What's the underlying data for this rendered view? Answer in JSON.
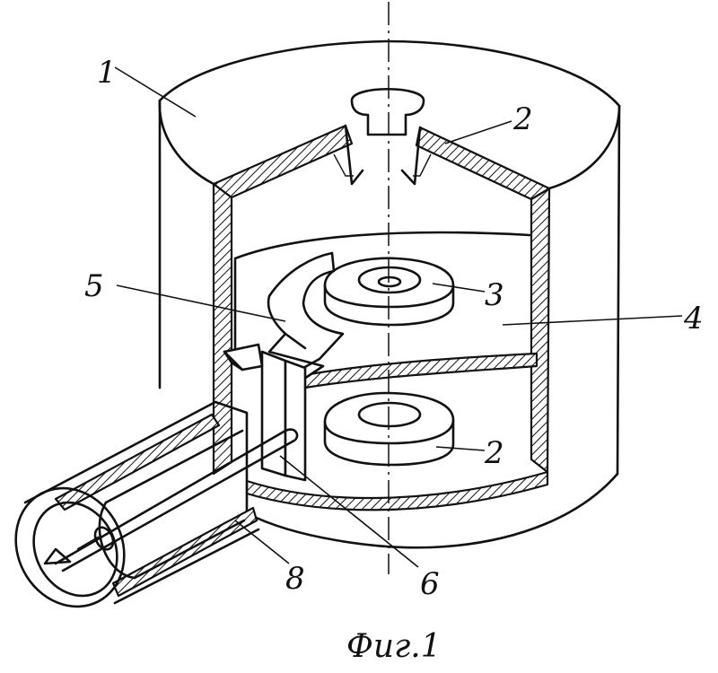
{
  "figure": {
    "caption": "Фиг.1",
    "labels": {
      "l1": "1",
      "l2_top": "2",
      "l3": "3",
      "l4": "4",
      "l5": "5",
      "l2_bottom": "2",
      "l6": "6",
      "l8": "8"
    }
  }
}
